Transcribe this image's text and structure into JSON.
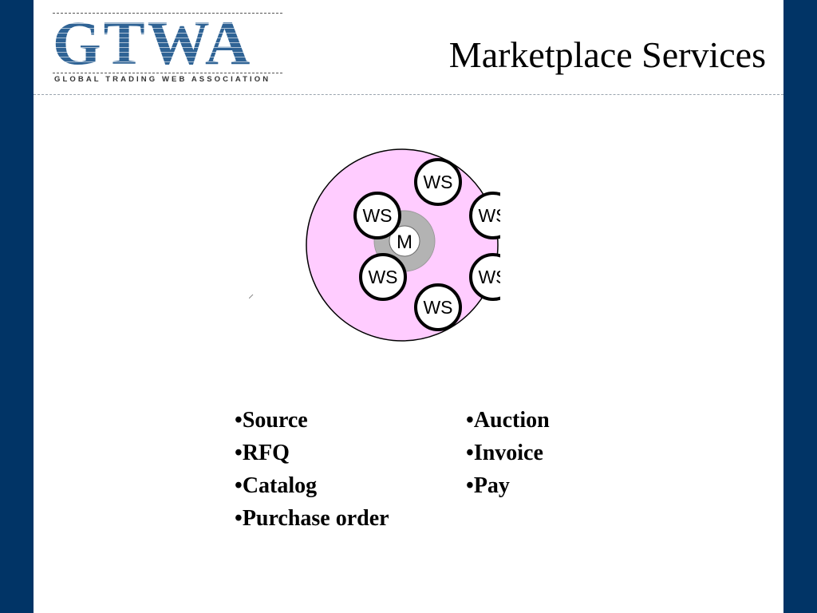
{
  "logo": {
    "letters": "GTWA",
    "tagline": "GLOBAL TRADING WEB ASSOCIATION",
    "color": "#2f6395"
  },
  "title": "Marketplace Services",
  "diagram": {
    "center_label": "M",
    "node_label": "WS",
    "node_count": 6,
    "outer_fill": "#ffccff",
    "ring_fill": "#b3b3b3"
  },
  "services": {
    "left": [
      "Source",
      "RFQ",
      "Catalog",
      "Purchase order"
    ],
    "right": [
      "Auction",
      "Invoice",
      "Pay"
    ],
    "bullet": "•"
  },
  "colors": {
    "background": "#013466",
    "slide": "#ffffff"
  }
}
